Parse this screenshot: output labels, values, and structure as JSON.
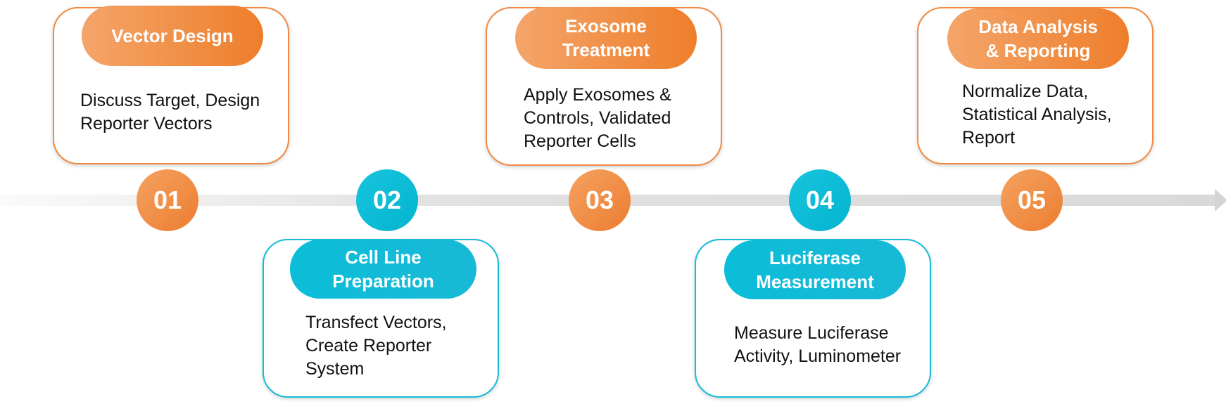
{
  "steps": [
    {
      "number": "01",
      "title_line1": "Vector Design",
      "title_line2": "",
      "desc_lines": [
        "Discuss Target, Design",
        "Reporter Vectors"
      ]
    },
    {
      "number": "02",
      "title_line1": "Cell Line",
      "title_line2": "Preparation",
      "desc_lines": [
        "Transfect Vectors,",
        "Create Reporter",
        "System"
      ]
    },
    {
      "number": "03",
      "title_line1": "Exosome",
      "title_line2": "Treatment",
      "desc_lines": [
        "Apply Exosomes &",
        "Controls, Validated",
        "Reporter Cells"
      ]
    },
    {
      "number": "04",
      "title_line1": "Luciferase",
      "title_line2": "Measurement",
      "desc_lines": [
        "Measure Luciferase",
        "Activity, Luminometer"
      ]
    },
    {
      "number": "05",
      "title_line1": "Data Analysis",
      "title_line2": "& Reporting",
      "desc_lines": [
        "Normalize Data,",
        "Statistical Analysis,",
        "Report"
      ]
    }
  ],
  "colors": {
    "orange": "#ed7d31",
    "teal": "#04b4cf",
    "timeline": "#d9d9d9"
  }
}
